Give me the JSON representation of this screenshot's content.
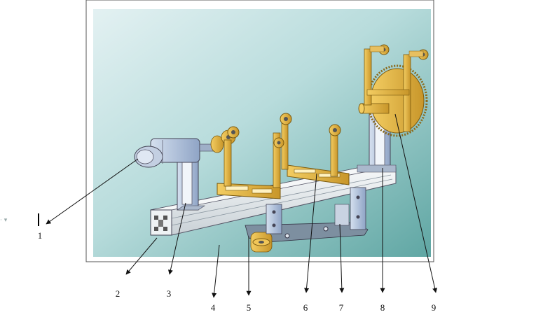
{
  "figure": {
    "callouts": [
      {
        "label": "1"
      },
      {
        "label": "2"
      },
      {
        "label": "3"
      },
      {
        "label": "4"
      },
      {
        "label": "5"
      },
      {
        "label": "6"
      },
      {
        "label": "7"
      },
      {
        "label": "8"
      },
      {
        "label": "9"
      }
    ],
    "colors": {
      "background_gradient_start": "#dfeff0",
      "background_gradient_end": "#6fb0ad",
      "frame": "#555555",
      "rail": "#e8ecee",
      "yellow_parts": "#e8b53b",
      "blue_parts": "#b9c9e2",
      "arrow": "#111111"
    }
  }
}
